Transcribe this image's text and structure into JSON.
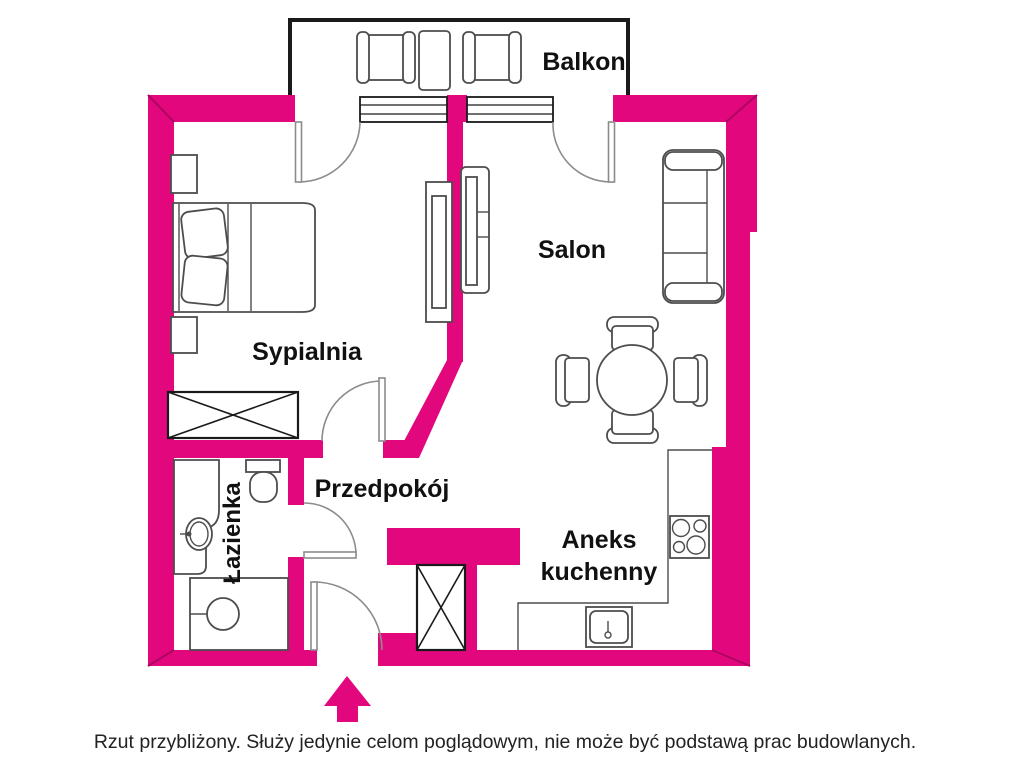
{
  "colors": {
    "wall": "#e2077d",
    "wallSeam": "#ad0560",
    "line": "#4d4d4d",
    "doorline": "#8c8c8c",
    "dark": "#1a1a1a",
    "text": "#111111",
    "muted": "#222222"
  },
  "plan": {
    "balcony_label": "Balkon",
    "living_label": "Salon",
    "bedroom_label": "Sypialnia",
    "hall_label": "Przedpokój",
    "bathroom_label": "Łazienka",
    "kitchen_label_1": "Aneks",
    "kitchen_label_2": "kuchenny"
  },
  "footer": {
    "disclaimer": "Rzut przybliżony. Służy jedynie celom poglądowym, nie może być podstawą prac budowlanych."
  }
}
